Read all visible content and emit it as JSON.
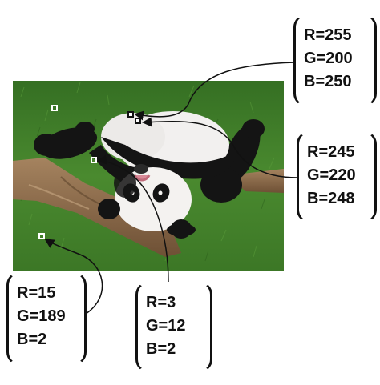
{
  "figure": {
    "image_subject": "giant panda lying upside down on a tree branch in grass",
    "callouts": [
      {
        "id": "top-right",
        "lines": [
          "R=255",
          "G=200",
          "B=250"
        ]
      },
      {
        "id": "right",
        "lines": [
          "R=245",
          "G=220",
          "B=248"
        ]
      },
      {
        "id": "bottom-left",
        "lines": [
          "R=15",
          "G=189",
          "B=2"
        ]
      },
      {
        "id": "bottom-center",
        "lines": [
          "R=3",
          "G=12",
          "B=2"
        ]
      }
    ]
  },
  "colors": {
    "text": "#111111",
    "grass": "#3f7d2a",
    "panda_black": "#141414",
    "panda_white": "#f2f0ef",
    "branch": "#8b6a4a"
  }
}
